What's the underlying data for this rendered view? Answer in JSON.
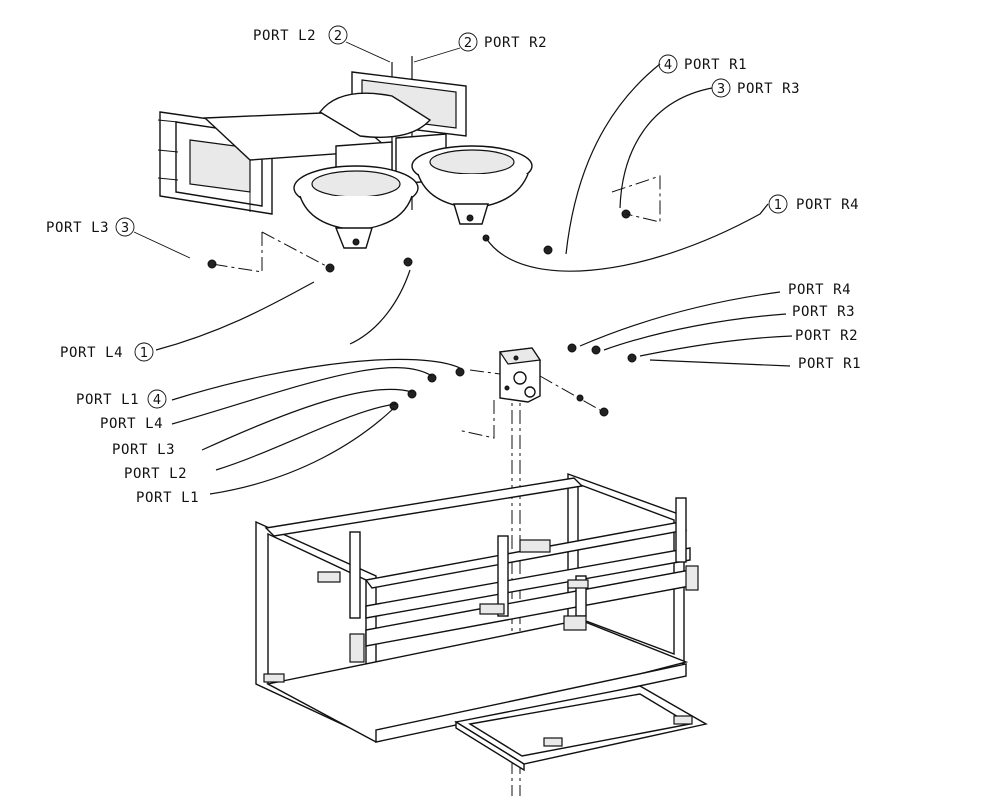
{
  "diagram": {
    "callouts": [
      {
        "id": "top-l2",
        "text": "PORT L2",
        "num": "2"
      },
      {
        "id": "top-r2",
        "text": "PORT R2",
        "num": "2"
      },
      {
        "id": "top-r1",
        "text": "PORT R1",
        "num": "4"
      },
      {
        "id": "top-r3",
        "text": "PORT R3",
        "num": "3"
      },
      {
        "id": "top-r4",
        "text": "PORT R4",
        "num": "1"
      },
      {
        "id": "top-l3",
        "text": "PORT L3",
        "num": "3"
      },
      {
        "id": "top-l4",
        "text": "PORT L4",
        "num": "1"
      },
      {
        "id": "top-l1",
        "text": "PORT L1",
        "num": "4"
      }
    ],
    "manifold_labels_right": [
      "PORT R4",
      "PORT R3",
      "PORT R2",
      "PORT R1"
    ],
    "manifold_labels_left": [
      "PORT L4",
      "PORT L3",
      "PORT L2",
      "PORT L1"
    ]
  }
}
